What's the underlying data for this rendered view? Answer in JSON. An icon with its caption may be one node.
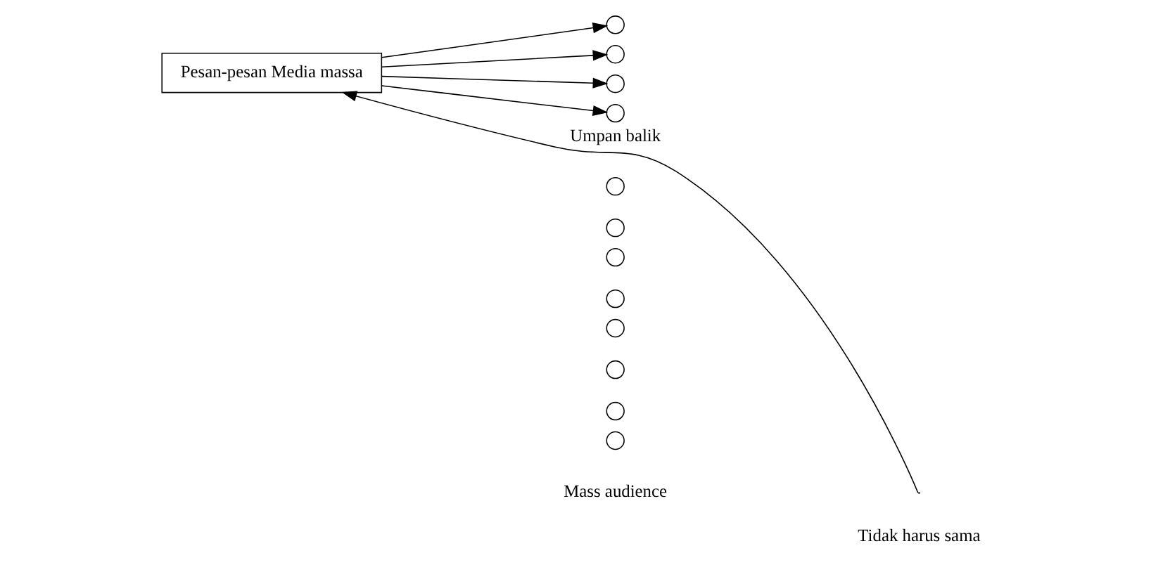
{
  "diagram": {
    "nodes": [
      {
        "text": [
          "Pesan-pesan Media massa"
        ]
      },
      {
        "text": [],
        "shape": "circle"
      },
      {
        "text": [],
        "shape": "circle"
      },
      {
        "text": [],
        "shape": "circle"
      },
      {
        "text": [],
        "shape": "circle"
      },
      {
        "text": [],
        "shape": "circle"
      },
      {
        "text": [],
        "shape": "circle"
      },
      {
        "text": [],
        "shape": "circle"
      },
      {
        "text": [],
        "shape": "circle"
      },
      {
        "text": [],
        "shape": "circle"
      },
      {
        "text": [],
        "shape": "circle"
      },
      {
        "text": [],
        "shape": "circle"
      },
      {
        "text": [],
        "shape": "circle"
      }
    ],
    "edges": [
      {
        "from": 0,
        "to": 1,
        "arrow": "to"
      },
      {
        "from": 0,
        "to": 4,
        "arrow": "to"
      },
      {
        "from": 0,
        "to": 7,
        "arrow": "to"
      },
      {
        "from": 0,
        "to": 11,
        "arrow": "to"
      },
      {
        "from": null,
        "to": 0,
        "arrow": "to",
        "label": "Umpan balik"
      }
    ],
    "labels": [
      "Mass audience",
      "Tidak harus sama"
    ]
  }
}
